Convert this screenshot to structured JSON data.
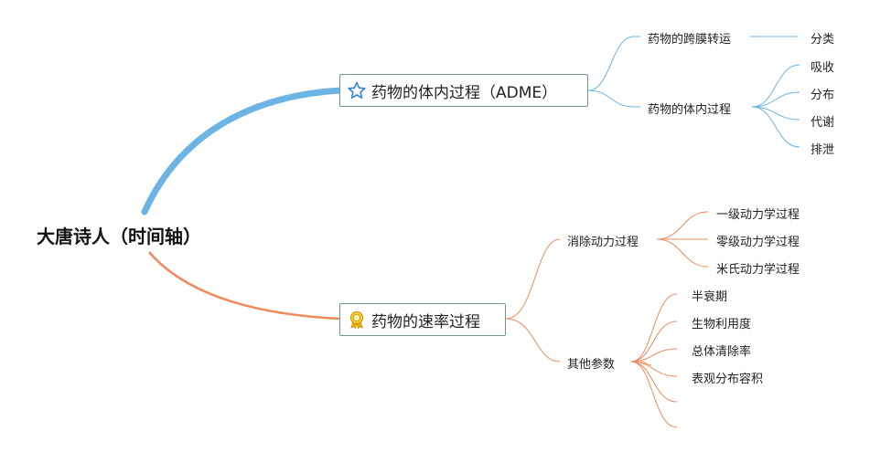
{
  "root": {
    "label": "大唐诗人（时间轴）"
  },
  "branches": [
    {
      "label": "药物的体内过程（ADME）",
      "icon": "star-icon",
      "color": "#6cb4e4",
      "children": [
        {
          "label": "药物的跨膜转运",
          "children": [
            "分类"
          ]
        },
        {
          "label": "药物的体内过程",
          "children": [
            "吸收",
            "分布",
            "代谢",
            "排泄"
          ]
        }
      ]
    },
    {
      "label": "药物的速率过程",
      "icon": "medal-icon",
      "color": "#ef8a5a",
      "children": [
        {
          "label": "消除动力过程",
          "children": [
            "一级动力学过程",
            "零级动力学过程",
            "米氏动力学过程"
          ]
        },
        {
          "label": "其他参数",
          "children": [
            "半衰期",
            "生物利用度",
            "总体清除率",
            "表观分布容积",
            "",
            ""
          ]
        }
      ]
    }
  ]
}
